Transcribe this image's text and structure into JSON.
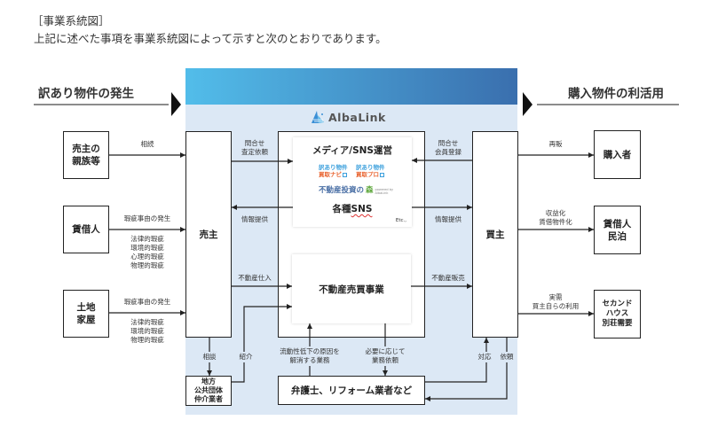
{
  "document": {
    "heading": "［事業系統図］",
    "intro": "上記に述べた事項を事業系統図によって示すと次のとおりであります。"
  },
  "diagram": {
    "left_header": "訳あり物件の発生",
    "right_header": "購入物件の利活用",
    "colors": {
      "panel": "#dce8f5",
      "brand_gradient_start": "#52bdea",
      "brand_gradient_end": "#3a6fae",
      "logo_blue": "#3a9fdc",
      "logo_orange": "#e8612c",
      "forest_green": "#5aa537",
      "line": "#222222"
    },
    "company": {
      "name": "AlbaLink",
      "logo_icon": "albalink-sail-icon"
    },
    "sources": [
      {
        "label": "売主の\n親族等",
        "arrow_label": "相続",
        "details": ""
      },
      {
        "label": "賃借人",
        "arrow_label": "瑕疵事由の発生",
        "details": "法律的瑕疵\n環境的瑕疵\n心理的瑕疵\n物理的瑕疵"
      },
      {
        "label": "土地\n家屋",
        "arrow_label": "瑕疵事由の発生",
        "details": "法律的瑕疵\n環境的瑕疵\n物理的瑕疵"
      }
    ],
    "seller": {
      "label": "売主",
      "to_media": "問合せ\n査定依頼",
      "from_media": "情報提供",
      "to_trading": "不動産仕入",
      "consult": "相談",
      "introduce": "紹介"
    },
    "local": {
      "label": "地方\n公共団体\n仲介業者"
    },
    "media": {
      "title": "メディア/SNS運営",
      "logos": [
        {
          "top": "訳あり物件",
          "bottom": "買取ナビ",
          "icon": "house-icon"
        },
        {
          "top": "訳あり物件",
          "bottom": "買取プロ",
          "icon": "house-icon"
        }
      ],
      "forest": {
        "main": "不動産投資の",
        "accent": "森",
        "tag": "powered by\nAlbaLink"
      },
      "sns_prefix": "各種",
      "sns_word": "SNS",
      "etc": "Etc.,"
    },
    "trading": {
      "title": "不動産売買事業"
    },
    "partners": {
      "label": "弁護士、リフォーム業者など",
      "up_label": "流動性低下の原因を\n解消する業務",
      "down_label": "必要に応じて\n業務依頼"
    },
    "buyer": {
      "label": "買主",
      "to_media": "問合せ\n会員登録",
      "from_media": "情報提供",
      "from_trading": "不動産販売",
      "respond": "対応",
      "request": "依頼"
    },
    "destinations": [
      {
        "label": "購入者",
        "arrow_label": "再販"
      },
      {
        "label": "賃借人\n民泊",
        "arrow_label": "収益化\n賃借物件化"
      },
      {
        "label": "セカンド\nハウス\n別荘需要",
        "arrow_label": "実需\n買主自らの利用"
      }
    ]
  }
}
